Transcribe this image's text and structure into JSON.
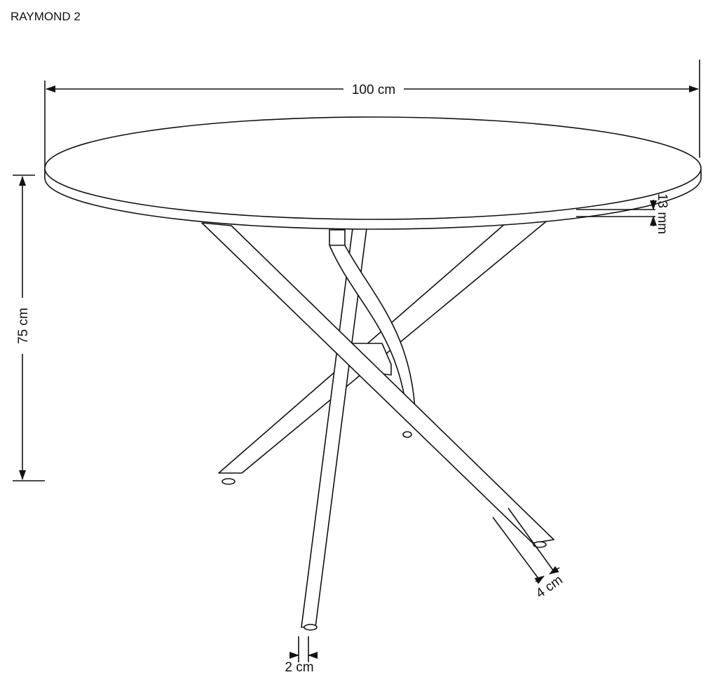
{
  "title": "RAYMOND 2",
  "dimensions": {
    "width": "100 cm",
    "height": "75 cm",
    "top_thickness": "13 mm",
    "leg_width": "4 cm",
    "leg_depth": "2 cm"
  },
  "colors": {
    "line": "#111111",
    "background": "#ffffff"
  }
}
